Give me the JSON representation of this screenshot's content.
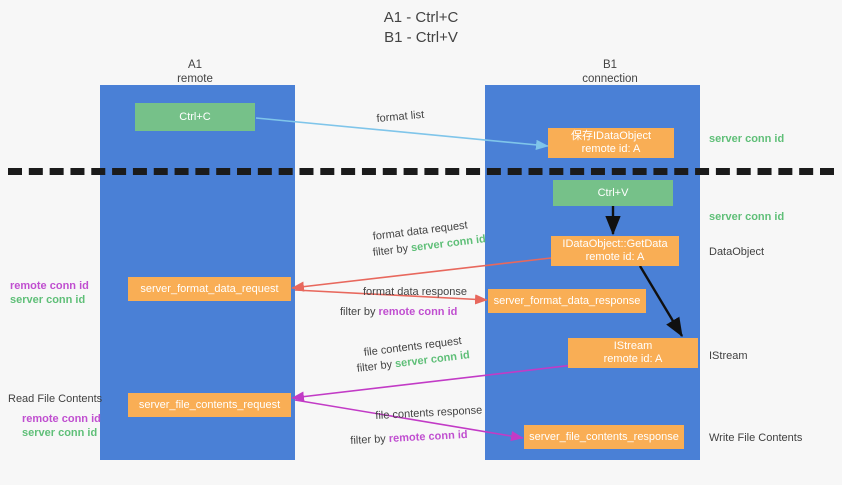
{
  "title": "A1 - Ctrl+C\nB1 - Ctrl+V",
  "columns": [
    {
      "name": "col-a1",
      "label": "A1\nremote"
    },
    {
      "name": "col-b1",
      "label": "B1\nconnection"
    }
  ],
  "nodes": {
    "ctrl_c": "Ctrl+C",
    "ctrl_v": "Ctrl+V",
    "save_idataobject": "保存IDataObject\nremote id: A",
    "idataobject_getdata": "IDataObject::GetData\nremote id: A",
    "istream": "IStream\nremote id: A",
    "server_format_data_request": "server_format_data_request",
    "server_format_data_response": "server_format_data_response",
    "server_file_contents_request": "server_file_contents_request",
    "server_file_contents_response": "server_file_contents_response"
  },
  "arrow_labels": {
    "format_list": "format list",
    "format_data_request": "format data request",
    "format_data_request_filter_prefix": "filter by ",
    "format_data_request_filter_key": "server conn id",
    "format_data_response": "format data response",
    "format_data_response_filter_prefix": "filter by ",
    "format_data_response_filter_key": "remote conn id",
    "file_contents_request": "file contents request",
    "file_contents_request_filter_prefix": "filter by ",
    "file_contents_request_filter_key": "server conn id",
    "file_contents_response": "file contents response",
    "file_contents_response_filter_prefix": "filter by ",
    "file_contents_response_filter_key": "remote conn id"
  },
  "right_labels": {
    "server_conn_id_top": "server conn id",
    "server_conn_id_mid": "server conn id",
    "data_object": "DataObject",
    "istream": "IStream",
    "write_file_contents": "Write File Contents"
  },
  "left_labels": {
    "remote_conn_id_1": "remote conn id",
    "server_conn_id_1": "server conn id",
    "read_file_contents": "Read File Contents",
    "remote_conn_id_2": "remote conn id",
    "server_conn_id_2": "server conn id"
  },
  "colors": {
    "lane": "#4a80d6",
    "green_node": "#76c189",
    "orange_node": "#f9ae55",
    "server_conn_id": "#5fbf78",
    "remote_conn_id": "#c04fd0",
    "red_arrow": "#e8685d",
    "magenta_arrow": "#c23bc6",
    "light_blue_arrow": "#7fc5ea",
    "black_arrow": "#101010",
    "background": "#f7f7f7"
  }
}
